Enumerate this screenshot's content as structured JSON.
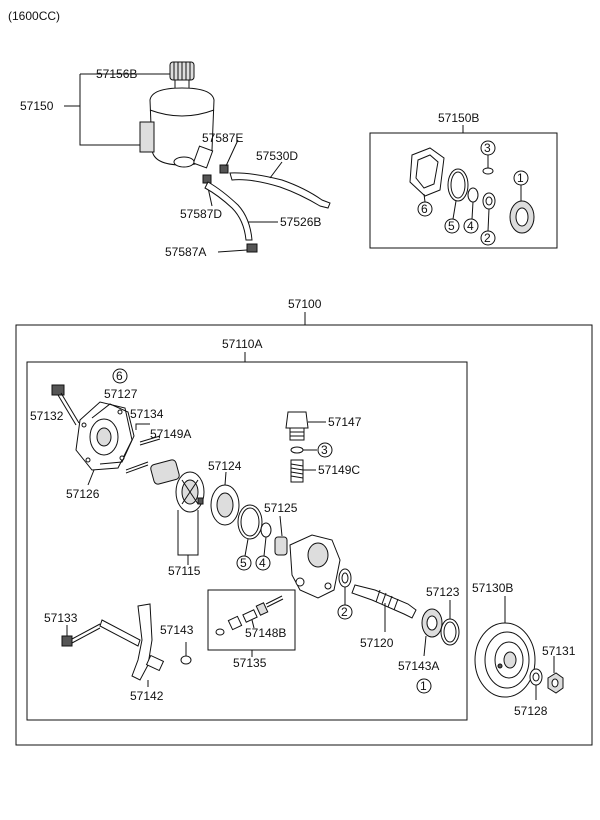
{
  "header": {
    "variant": "(1600CC)"
  },
  "labels": {
    "p57150": "57150",
    "p57156B": "57156B",
    "p57587E": "57587E",
    "p57530D": "57530D",
    "p57587D": "57587D",
    "p57526B": "57526B",
    "p57587A": "57587A",
    "p57150B": "57150B",
    "p57100": "57100",
    "p57110A": "57110A",
    "p57132": "57132",
    "p57127": "57127",
    "p57134": "57134",
    "p57149A": "57149A",
    "p57147": "57147",
    "p57149C": "57149C",
    "p57126": "57126",
    "p57124": "57124",
    "p57125": "57125",
    "p57115": "57115",
    "p57123": "57123",
    "p57130B": "57130B",
    "p57133": "57133",
    "p57143": "57143",
    "p57148B": "57148B",
    "p57135": "57135",
    "p57120": "57120",
    "p57143A": "57143A",
    "p57131": "57131",
    "p57142": "57142",
    "p57128": "57128"
  },
  "callouts": {
    "k1": "1",
    "k2": "2",
    "k3": "3",
    "k4": "4",
    "k5": "5",
    "k6": "6"
  }
}
